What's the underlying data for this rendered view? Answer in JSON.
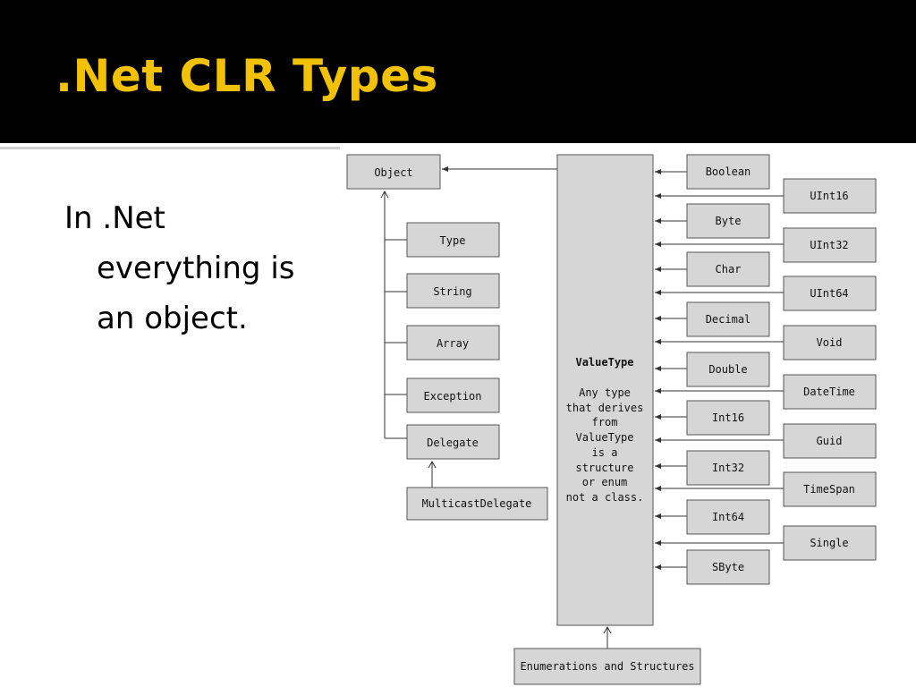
{
  "slide": {
    "title": ".Net CLR Types",
    "bullet_lines": [
      "In .Net",
      "everything is",
      "an object."
    ]
  },
  "diagram": {
    "object": "Object",
    "object_children": [
      "Type",
      "String",
      "Array",
      "Exception",
      "Delegate"
    ],
    "multicast": "MulticastDelegate",
    "valuetype_title": "ValueType",
    "valuetype_desc": [
      "Any type",
      "that derives",
      "from",
      "ValueType",
      "is a",
      "structure",
      "or enum",
      "not a class."
    ],
    "value_types_left": [
      "Boolean",
      "Byte",
      "Char",
      "Decimal",
      "Double",
      "Int16",
      "Int32",
      "Int64",
      "SByte"
    ],
    "value_types_right": [
      "UInt16",
      "UInt32",
      "UInt64",
      "Void",
      "DateTime",
      "Guid",
      "TimeSpan",
      "Single"
    ],
    "enums_structs": "Enumerations and Structures"
  }
}
